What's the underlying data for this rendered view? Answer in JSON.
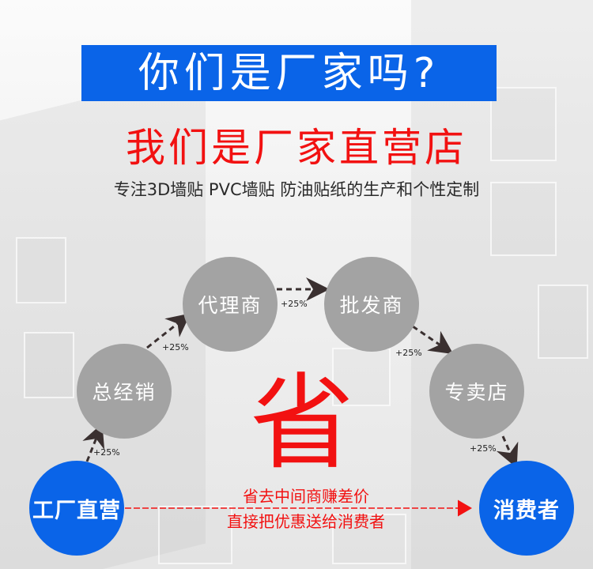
{
  "header": {
    "question": "你们是厂家吗?",
    "answer": "我们是厂家直营店",
    "description": "专注3D墙贴 PVC墙贴 防油贴纸的生产和个性定制"
  },
  "flow": {
    "start": "工厂直营",
    "end": "消费者",
    "intermediaries": [
      {
        "label": "总经销",
        "markup": "+25%"
      },
      {
        "label": "代理商",
        "markup": "+25%"
      },
      {
        "label": "批发商",
        "markup": "+25%"
      },
      {
        "label": "专卖店",
        "markup": "+25%"
      }
    ],
    "first_markup": "+25%"
  },
  "center": {
    "big_char": "省",
    "line1": "省去中间商赚差价",
    "line2": "直接把优惠送给消费者"
  },
  "colors": {
    "blue": "#0a64e8",
    "red": "#f21111",
    "gray_circle": "#a3a3a3",
    "arrow": "#3a3030"
  }
}
